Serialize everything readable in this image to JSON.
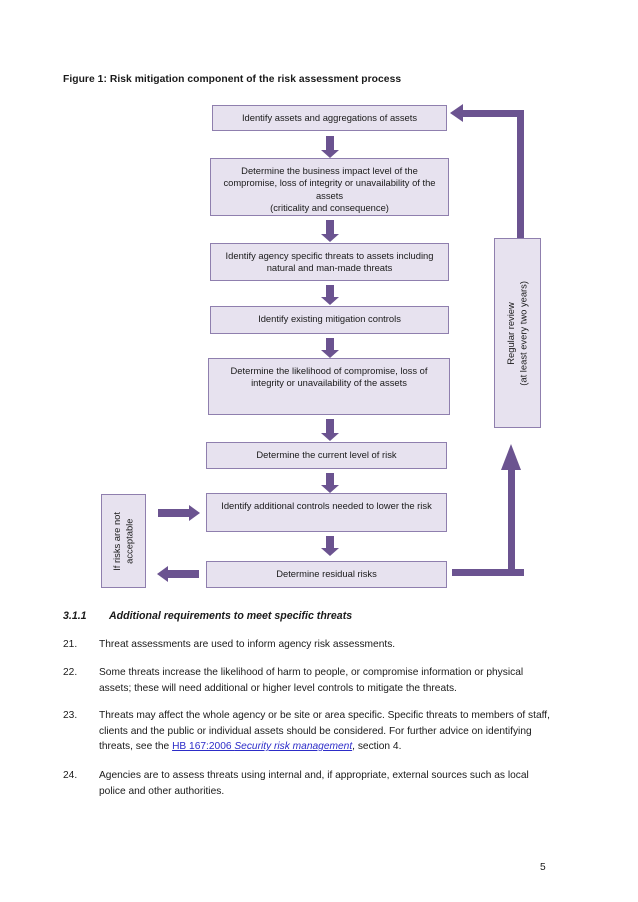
{
  "document": {
    "page_number": "5",
    "figure": {
      "caption": "Figure 1: Risk mitigation component of the risk assessment process",
      "nodes": [
        {
          "id": "identify-assets",
          "text": "Identify assets and aggregations of assets"
        },
        {
          "id": "business-impact",
          "text": "Determine the business impact level of the compromise, loss of integrity or unavailability of the assets\n(criticality and consequence)"
        },
        {
          "id": "identify-threats",
          "text": "Identify agency specific threats to assets including natural and man-made threats"
        },
        {
          "id": "existing-controls",
          "text": "Identify existing mitigation controls"
        },
        {
          "id": "determine-likelihood",
          "text": "Determine the likelihood of compromise, loss of integrity or unavailability of the assets"
        },
        {
          "id": "current-risk-level",
          "text": "Determine the current level of risk"
        },
        {
          "id": "additional-controls",
          "text": "Identify additional controls needed to lower the risk"
        },
        {
          "id": "residual-risks",
          "text": "Determine residual risks"
        }
      ],
      "side_labels": {
        "left": "If risks are not\nacceptable",
        "right": "Regular review\n(at least every two years)"
      },
      "colors": {
        "node_fill": "#e7e2ef",
        "node_border": "#8f7fae",
        "arrow": "#6b5390"
      }
    },
    "section": {
      "number": "3.1.1",
      "title": "Additional requirements to meet specific threats"
    },
    "paragraphs": [
      {
        "number": "21.",
        "text": "Threat assessments are used to inform agency risk assessments."
      },
      {
        "number": "22.",
        "text": "Some threats increase the likelihood of harm to people, or compromise information or physical assets; these will need additional or higher level controls to mitigate the threats."
      },
      {
        "number": "23.",
        "text_before_link": "Threats may affect the whole agency or be site or area specific. Specific threats to members of staff, clients and the public or individual assets should be considered. For further advice on identifying threats, see the ",
        "link_plain": "HB 167:2006 ",
        "link_italic": "Security risk management",
        "text_after_link": ", section 4."
      },
      {
        "number": "24.",
        "text": "Agencies are to assess threats using internal and, if appropriate, external sources such as local police and other authorities."
      }
    ]
  }
}
